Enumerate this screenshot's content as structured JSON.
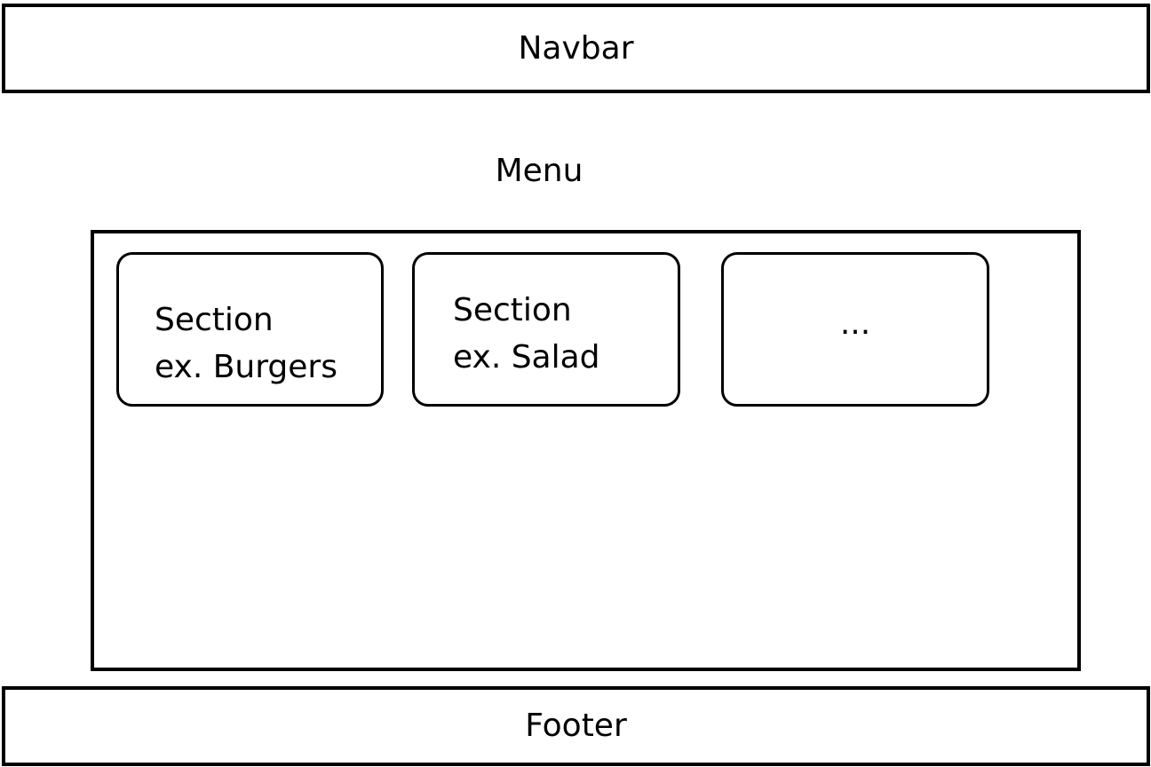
{
  "navbar": {
    "label": "Navbar"
  },
  "menu": {
    "title": "Menu",
    "sections": [
      {
        "line1": "Section",
        "line2": "ex. Burgers"
      },
      {
        "line1": "Section",
        "line2": "ex. Salad"
      },
      {
        "label": "..."
      }
    ]
  },
  "footer": {
    "label": "Footer"
  }
}
